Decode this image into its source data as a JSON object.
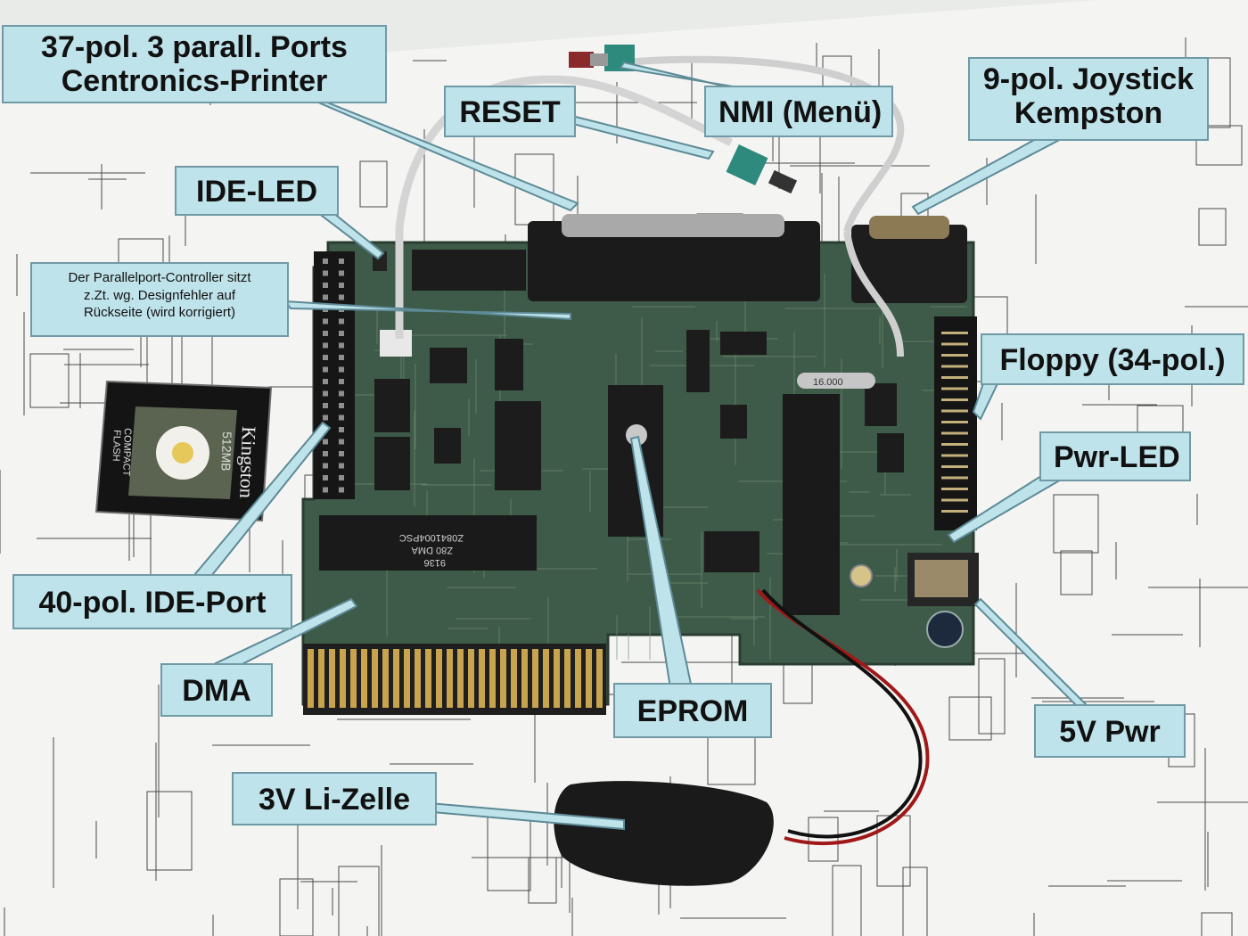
{
  "photo": {
    "subject": "expansion board photo",
    "colors": {
      "paper": "#f3f4f2",
      "schematic_ink": "#3a3a3a",
      "pcb": "#3f5a49",
      "pcb_dark": "#2c4034",
      "chip": "#1c1c1c",
      "gold": "#b08a3e",
      "callout_bg": "#bfe3ea",
      "callout_border": "#6f9aa5"
    }
  },
  "callouts": {
    "ports": [
      "37-pol. 3 parall. Ports",
      "Centronics-Printer"
    ],
    "reset": "RESET",
    "nmi": "NMI (Menü)",
    "joystick": [
      "9-pol. Joystick",
      "Kempston"
    ],
    "ide_led": "IDE-LED",
    "parallel_note": [
      "Der Parallelport-Controller sitzt",
      "z.Zt. wg. Designfehler auf",
      "Rückseite (wird korrigiert)"
    ],
    "floppy": "Floppy (34-pol.)",
    "pwr_led": "Pwr-LED",
    "ide_port": "40-pol. IDE-Port",
    "dma": "DMA",
    "eprom": "EPROM",
    "pwr": "5V Pwr",
    "cell": "3V Li-Zelle"
  },
  "card": {
    "brand": "Kingston",
    "capacity": "512MB",
    "type_line1": "COMPACT",
    "type_line2": "FLASH"
  },
  "chips": {
    "dma_line1": "Z0841004PSC",
    "dma_line2": "Z80 DMA",
    "dma_line3": "9136",
    "crystal": "16.000"
  }
}
